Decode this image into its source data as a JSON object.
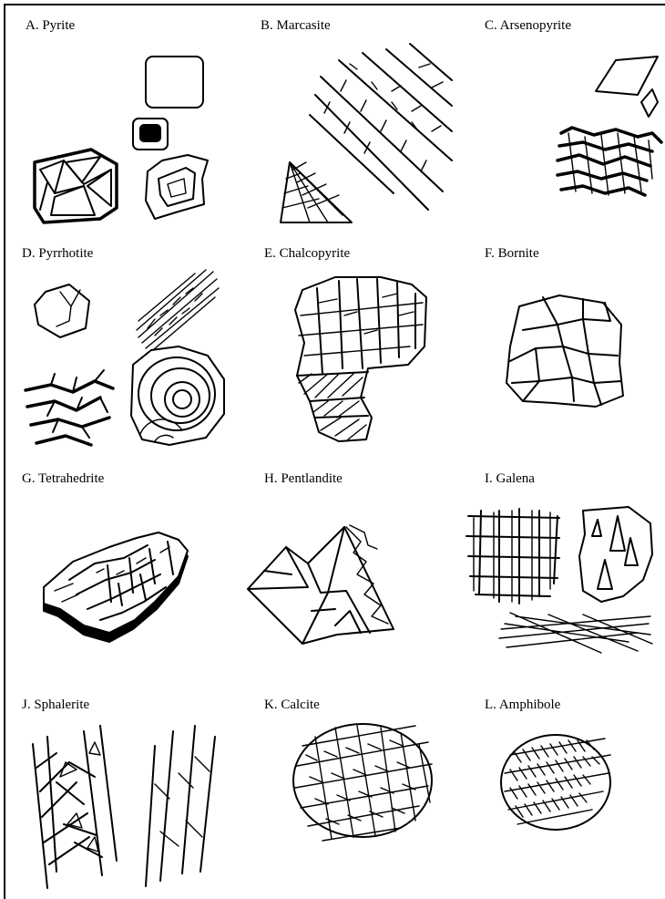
{
  "panels": [
    {
      "id": "A",
      "label": "A. Pyrite"
    },
    {
      "id": "B",
      "label": "B. Marcasite"
    },
    {
      "id": "C",
      "label": "C. Arsenopyrite"
    },
    {
      "id": "D",
      "label": "D. Pyrrhotite"
    },
    {
      "id": "E",
      "label": "E. Chalcopyrite"
    },
    {
      "id": "F",
      "label": "F. Bornite"
    },
    {
      "id": "G",
      "label": "G. Tetrahedrite"
    },
    {
      "id": "H",
      "label": "H. Pentlandite"
    },
    {
      "id": "I",
      "label": "I. Galena"
    },
    {
      "id": "J",
      "label": "J. Sphalerite"
    },
    {
      "id": "K",
      "label": "K. Calcite"
    },
    {
      "id": "L",
      "label": "L. Amphibole"
    }
  ]
}
